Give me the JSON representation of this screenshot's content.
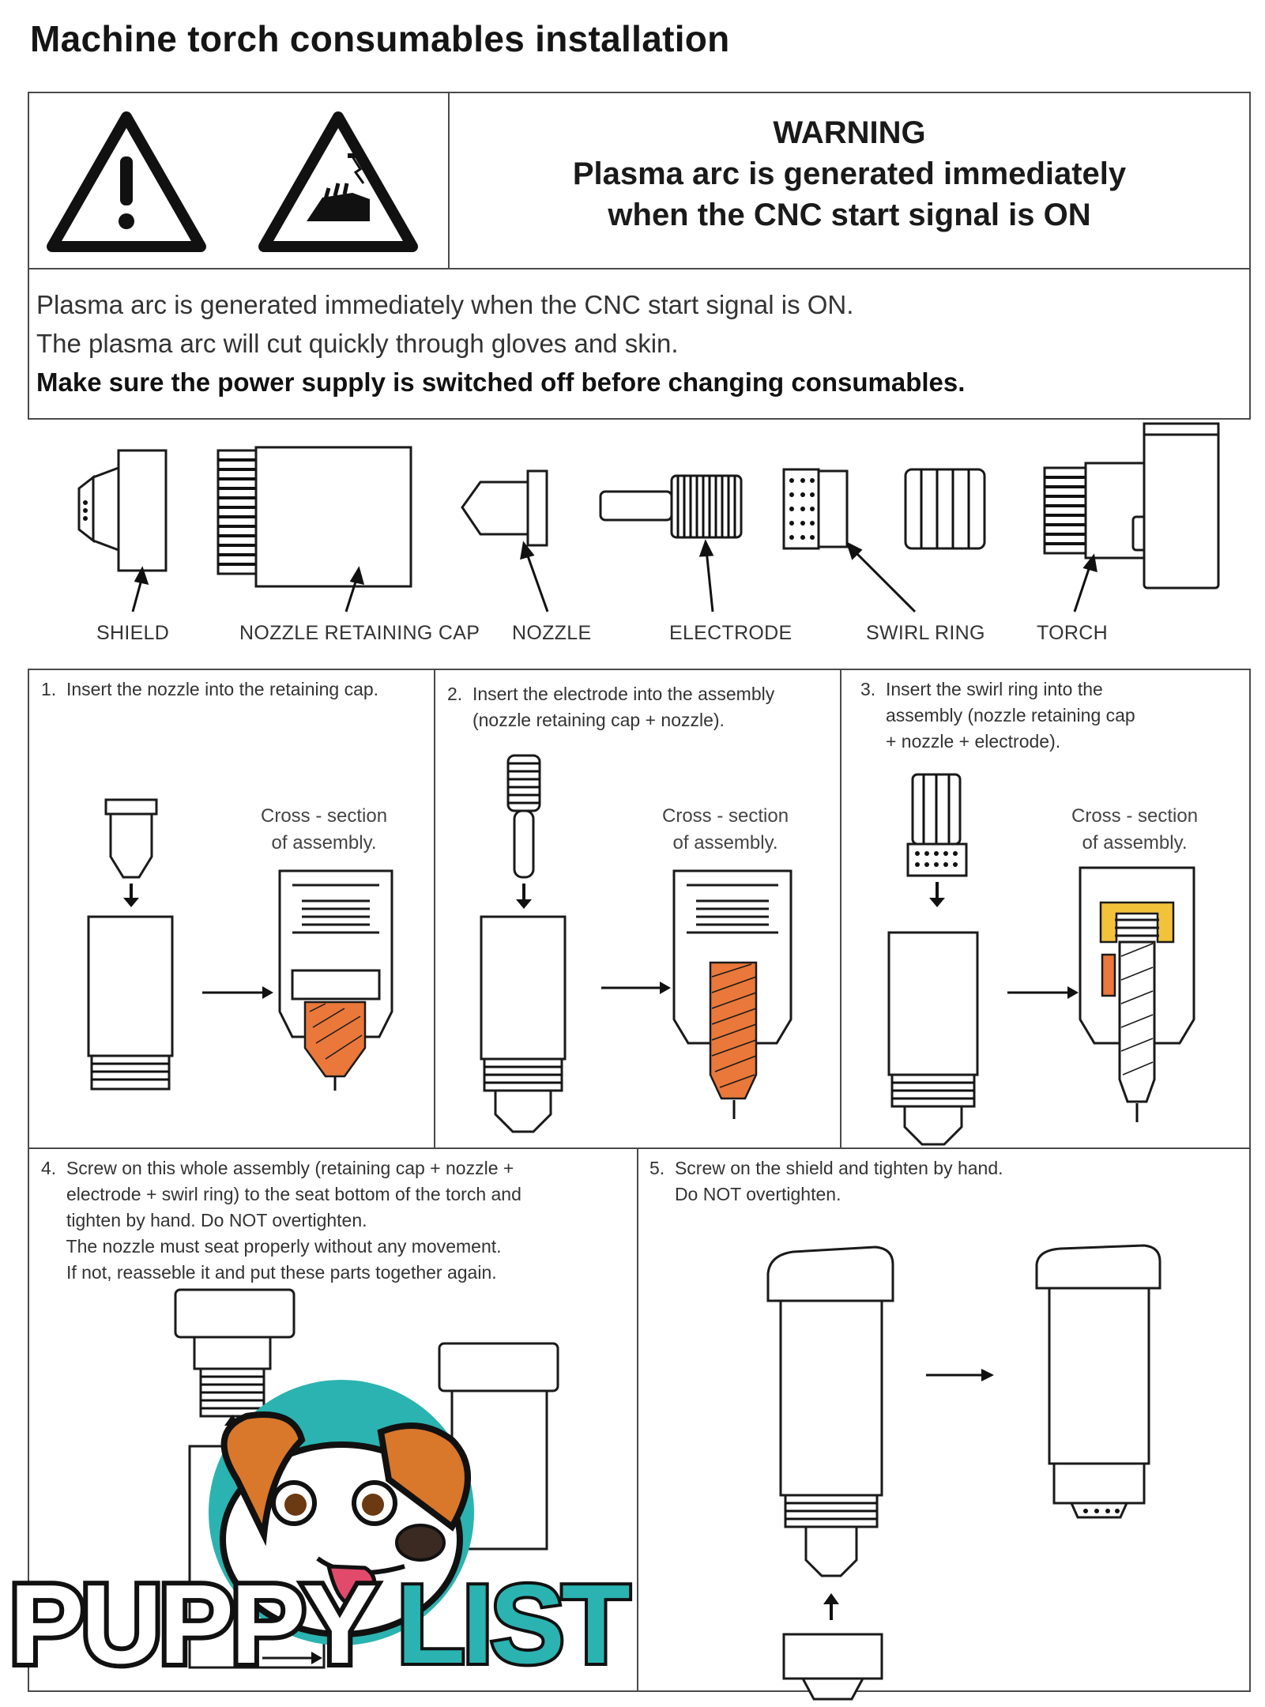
{
  "title": "Machine torch consumables installation",
  "warning": {
    "heading": "WARNING",
    "headline_lines": [
      "Plasma arc is generated immediately",
      "when the CNC start signal is ON"
    ],
    "body_lines": [
      "Plasma arc is generated immediately when the CNC start signal is ON.",
      "The plasma arc will cut quickly through gloves and skin."
    ],
    "body_bold": "Make sure the power supply is switched off before changing consumables.",
    "icons": [
      "warning-exclamation-icon",
      "hand-burn-hazard-icon"
    ]
  },
  "parts": [
    "SHIELD",
    "NOZZLE RETAINING CAP",
    "NOZZLE",
    "ELECTRODE",
    "SWIRL RING",
    "TORCH"
  ],
  "steps": {
    "s1": [
      "1.  Insert the nozzle into the retaining cap."
    ],
    "s2": [
      "2.  Insert the electrode into the assembly",
      "     (nozzle retaining cap + nozzle)."
    ],
    "s3": [
      "3.  Insert the swirl ring into the",
      "     assembly (nozzle retaining cap",
      "     + nozzle + electrode)."
    ],
    "s4": [
      "4.  Screw on this whole assembly (retaining cap + nozzle +",
      "     electrode + swirl ring) to the seat bottom of the torch and",
      "     tighten by hand. Do NOT overtighten.",
      "     The nozzle must seat properly without any movement.",
      "     If not, reasseble it and put these parts together again."
    ],
    "s5": [
      "5.  Screw on the shield and tighten by hand.",
      "     Do NOT overtighten."
    ]
  },
  "cross_section": [
    "Cross - section",
    "of assembly."
  ],
  "logo": {
    "part1": "PUPPY",
    "part2": "LIST",
    "colors": {
      "dark": "#111111",
      "teal": "#2bb3b1",
      "orange": "#d9772b"
    }
  },
  "colors": {
    "copper": "#e9783a",
    "brass": "#f2c23a",
    "line": "#1a1a1a"
  }
}
